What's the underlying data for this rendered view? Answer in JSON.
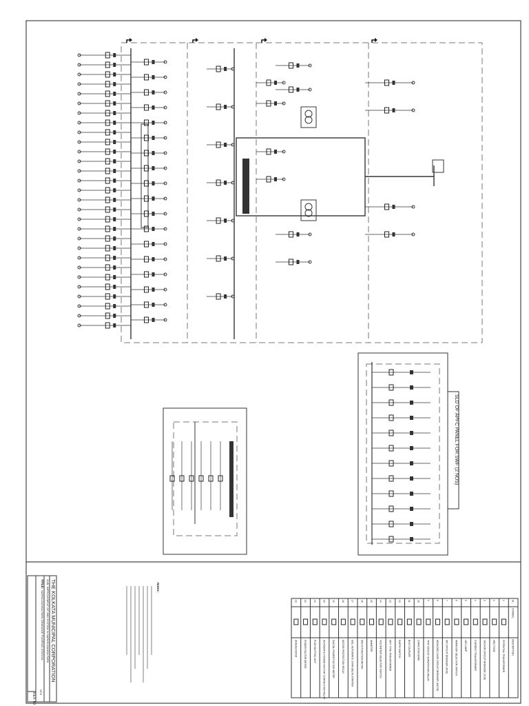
{
  "title_block": {
    "organisation": "THE KOLKATA MUNICIPAL CORPORATION",
    "subject": "SUB: IMPROVEMENT OF SBS SYSTEM IN NARKELDANGA PARK",
    "title_label": "TITLE:",
    "title": "NARKELDANGA PARK DRAINAGE PUMPING STATION",
    "revision": "REV. 00",
    "scale": "NTS"
  },
  "notes": {
    "heading": "Notes:"
  },
  "apfc_panel": {
    "title": "SLD OF APFC PANEL FOR SWF (2 NOS)"
  },
  "legend": {
    "headers": {
      "sl": "SL",
      "symbol": "SYMBOL",
      "description": "DESCRIPTION"
    },
    "items": [
      {
        "sl": "1",
        "symbol": "pt-symbol",
        "description": "POTENTIAL TRANSFORMER"
      },
      {
        "sl": "2",
        "symbol": "fuse-symbol",
        "description": "HRC FUSE"
      },
      {
        "sl": "3",
        "symbol": "vcb-symbol",
        "description": "VACUUM CIRCUIT BREAKER (VCB)"
      },
      {
        "sl": "4",
        "symbol": "ct-symbol",
        "description": "CURRENT TRANSFORMER"
      },
      {
        "sl": "5",
        "symbol": "lamp-symbol",
        "description": "LED LAMP"
      },
      {
        "sl": "6",
        "symbol": "switch-symbol",
        "description": "AMMETER SELECTOR SWITCH"
      },
      {
        "sl": "7",
        "symbol": "acb-symbol",
        "description": "AIR CIRCUIT BREAKER (ACB)"
      },
      {
        "sl": "8",
        "symbol": "mccb-symbol",
        "description": "MOULDED CASE CIRCUIT BREAKER (MCCB)"
      },
      {
        "sl": "9",
        "symbol": "relay-symbol",
        "description": "TRIP CIRCUIT SUPERVISION RELAY"
      },
      {
        "sl": "10",
        "symbol": "capacitor-symbol",
        "description": "CAPACITOR BANK"
      },
      {
        "sl": "11",
        "symbol": "coupler-symbol",
        "description": "BUS COUPLER"
      },
      {
        "sl": "12",
        "symbol": "earth-symbol",
        "description": "EARTH SWITCH"
      },
      {
        "sl": "13",
        "symbol": "transformer-symbol",
        "description": "DRY TYPE TRANSFORMER"
      },
      {
        "sl": "14",
        "symbol": "vs-symbol",
        "description": "VOLTMETER SELECTOR SWITCH"
      },
      {
        "sl": "15",
        "symbol": "ammeter-symbol",
        "description": "AMMETER"
      },
      {
        "sl": "16",
        "symbol": "mfm-symbol",
        "description": "MULTI FUNCTION METER"
      },
      {
        "sl": "17",
        "symbol": "starter-symbol",
        "description": "DOL/ AUTOMATIC STAR-DELTA STARTER"
      },
      {
        "sl": "18",
        "symbol": "mpr-symbol",
        "description": "MOTOR PROTECTION RELAY"
      },
      {
        "sl": "19",
        "symbol": "pfm-symbol",
        "description": "DIGITAL POWER FACTOR METER"
      },
      {
        "sl": "20",
        "symbol": "apfc-symbol",
        "description": "AUTOMATIC POWER FACTOR CORRECTION RELAY"
      },
      {
        "sl": "21",
        "symbol": "pb-symbol",
        "description": "PUSH BUTTON UNIT"
      },
      {
        "sl": "22",
        "symbol": "pf-symbol",
        "description": "POWER FACTOR METER"
      },
      {
        "sl": "23",
        "symbol": "ann-symbol",
        "description": "ANNUNCIATOR"
      }
    ]
  }
}
